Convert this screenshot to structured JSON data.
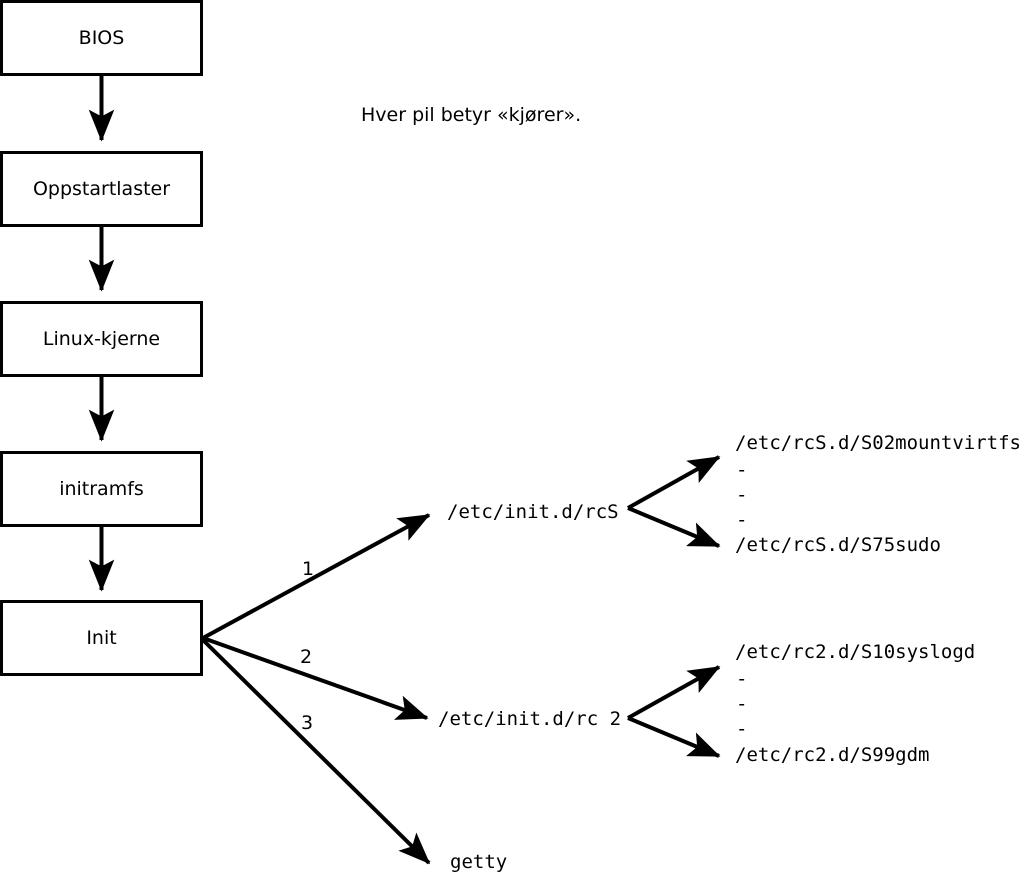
{
  "diagram": {
    "caption": "Hver pil betyr «kjører».",
    "boot_chain": [
      {
        "label": "BIOS"
      },
      {
        "label": "Oppstartlaster"
      },
      {
        "label": "Linux-kjerne"
      },
      {
        "label": "initramfs"
      },
      {
        "label": "Init"
      }
    ],
    "init_branches": [
      {
        "number": "1",
        "target": "/etc/init.d/rcS"
      },
      {
        "number": "2",
        "target": "/etc/init.d/rc 2"
      },
      {
        "number": "3",
        "target": "getty"
      }
    ],
    "script_groups": [
      {
        "parent": "/etc/init.d/rcS",
        "first": "/etc/rcS.d/S02mountvirtfs",
        "ellipsis": [
          "-",
          "-",
          "-"
        ],
        "last": "/etc/rcS.d/S75sudo"
      },
      {
        "parent": "/etc/init.d/rc 2",
        "first": "/etc/rc2.d/S10syslogd",
        "ellipsis": [
          "-",
          "-",
          "-"
        ],
        "last": "/etc/rc2.d/S99gdm"
      }
    ],
    "colors": {
      "stroke": "#000000",
      "fill": "#ffffff",
      "text": "#000000"
    }
  }
}
